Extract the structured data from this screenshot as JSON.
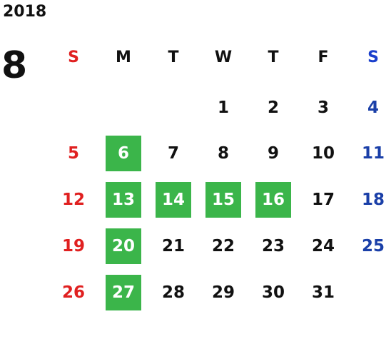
{
  "calendar": {
    "year": "2018",
    "month": "8",
    "weekdays": [
      "S",
      "M",
      "T",
      "W",
      "T",
      "F",
      "S"
    ],
    "weeks": [
      [
        "",
        "",
        "",
        "1",
        "2",
        "3",
        "4"
      ],
      [
        "5",
        "6",
        "7",
        "8",
        "9",
        "10",
        "11"
      ],
      [
        "12",
        "13",
        "14",
        "15",
        "16",
        "17",
        "18"
      ],
      [
        "19",
        "20",
        "21",
        "22",
        "23",
        "24",
        "25"
      ],
      [
        "26",
        "27",
        "28",
        "29",
        "30",
        "31",
        ""
      ]
    ],
    "highlighted_days": [
      "6",
      "13",
      "14",
      "15",
      "16",
      "20",
      "27"
    ]
  },
  "colors": {
    "sunday": "#e02020",
    "saturday": "#1a3fa8",
    "highlight": "#3bb54a",
    "text": "#111111"
  }
}
